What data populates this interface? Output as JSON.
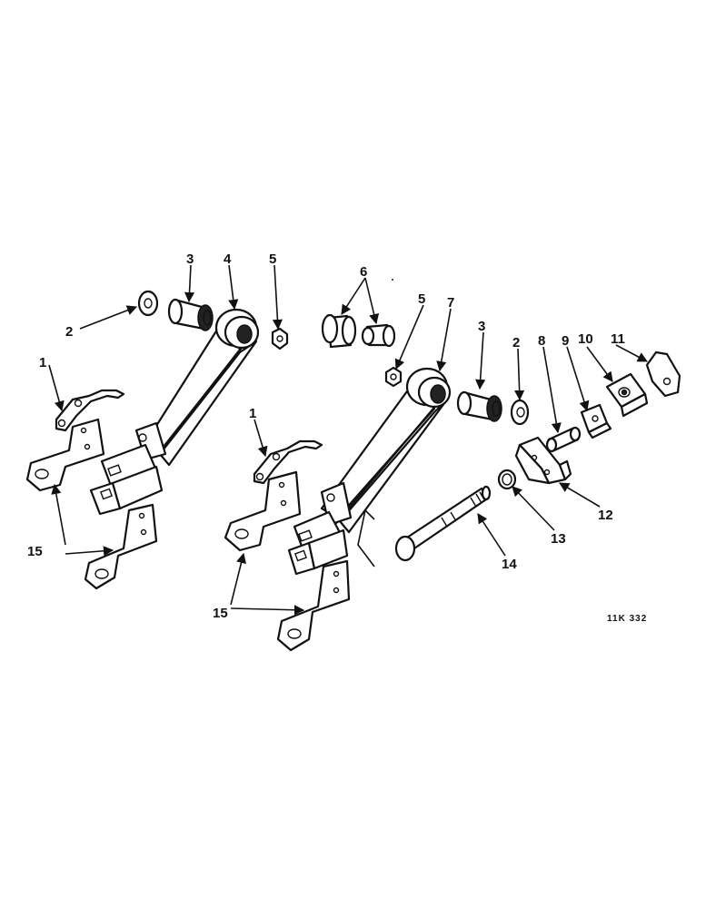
{
  "callouts": {
    "c1a": "1",
    "c1b": "1",
    "c2a": "2",
    "c2b": "2",
    "c3a": "3",
    "c3b": "3",
    "c4": "4",
    "c5a": "5",
    "c5b": "5",
    "c6": "6",
    "c7": "7",
    "c8": "8",
    "c9": "9",
    "c10": "10",
    "c11": "11",
    "c12": "12",
    "c13": "13",
    "c14": "14",
    "c15a": "15",
    "c15b": "15"
  },
  "figure_ref": "11K 332"
}
